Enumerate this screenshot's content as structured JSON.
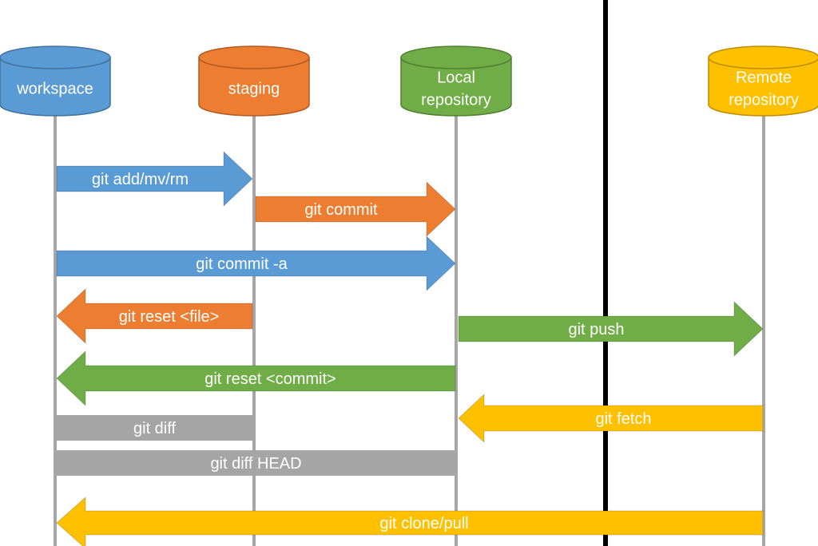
{
  "nodes": [
    {
      "id": "workspace",
      "lines": [
        "workspace"
      ],
      "fill": "#5b9bd5",
      "stroke": "#41719c"
    },
    {
      "id": "staging",
      "lines": [
        "staging"
      ],
      "fill": "#ed7d31",
      "stroke": "#ae5a21"
    },
    {
      "id": "local",
      "lines": [
        "Local",
        "repository"
      ],
      "fill": "#70ad47",
      "stroke": "#507e32"
    },
    {
      "id": "remote",
      "lines": [
        "Remote",
        "repository"
      ],
      "fill": "#ffc000",
      "stroke": "#bc8c00"
    }
  ],
  "arrows": [
    {
      "label": "git add/mv/rm",
      "from": "workspace",
      "to": "staging",
      "color": "#5b9bd5"
    },
    {
      "label": "git commit",
      "from": "staging",
      "to": "local",
      "color": "#ed7d31"
    },
    {
      "label": "git commit -a",
      "from": "workspace",
      "to": "local",
      "color": "#5b9bd5"
    },
    {
      "label": "git reset <file>",
      "from": "staging",
      "to": "workspace",
      "color": "#ed7d31"
    },
    {
      "label": "git push",
      "from": "local",
      "to": "remote",
      "color": "#70ad47"
    },
    {
      "label": "git reset <commit>",
      "from": "local",
      "to": "workspace",
      "color": "#70ad47"
    },
    {
      "label": "git fetch",
      "from": "remote",
      "to": "local",
      "color": "#ffc000"
    },
    {
      "label": "git diff",
      "from": "workspace",
      "to": "staging",
      "color": "#a5a5a5",
      "kind": "bar"
    },
    {
      "label": "git diff HEAD",
      "from": "workspace",
      "to": "local",
      "color": "#a5a5a5",
      "kind": "bar"
    },
    {
      "label": "git clone/pull",
      "from": "remote",
      "to": "workspace",
      "color": "#ffc000"
    }
  ],
  "colors": {
    "lifeline": "#a6a6a6",
    "divider": "#000000"
  }
}
